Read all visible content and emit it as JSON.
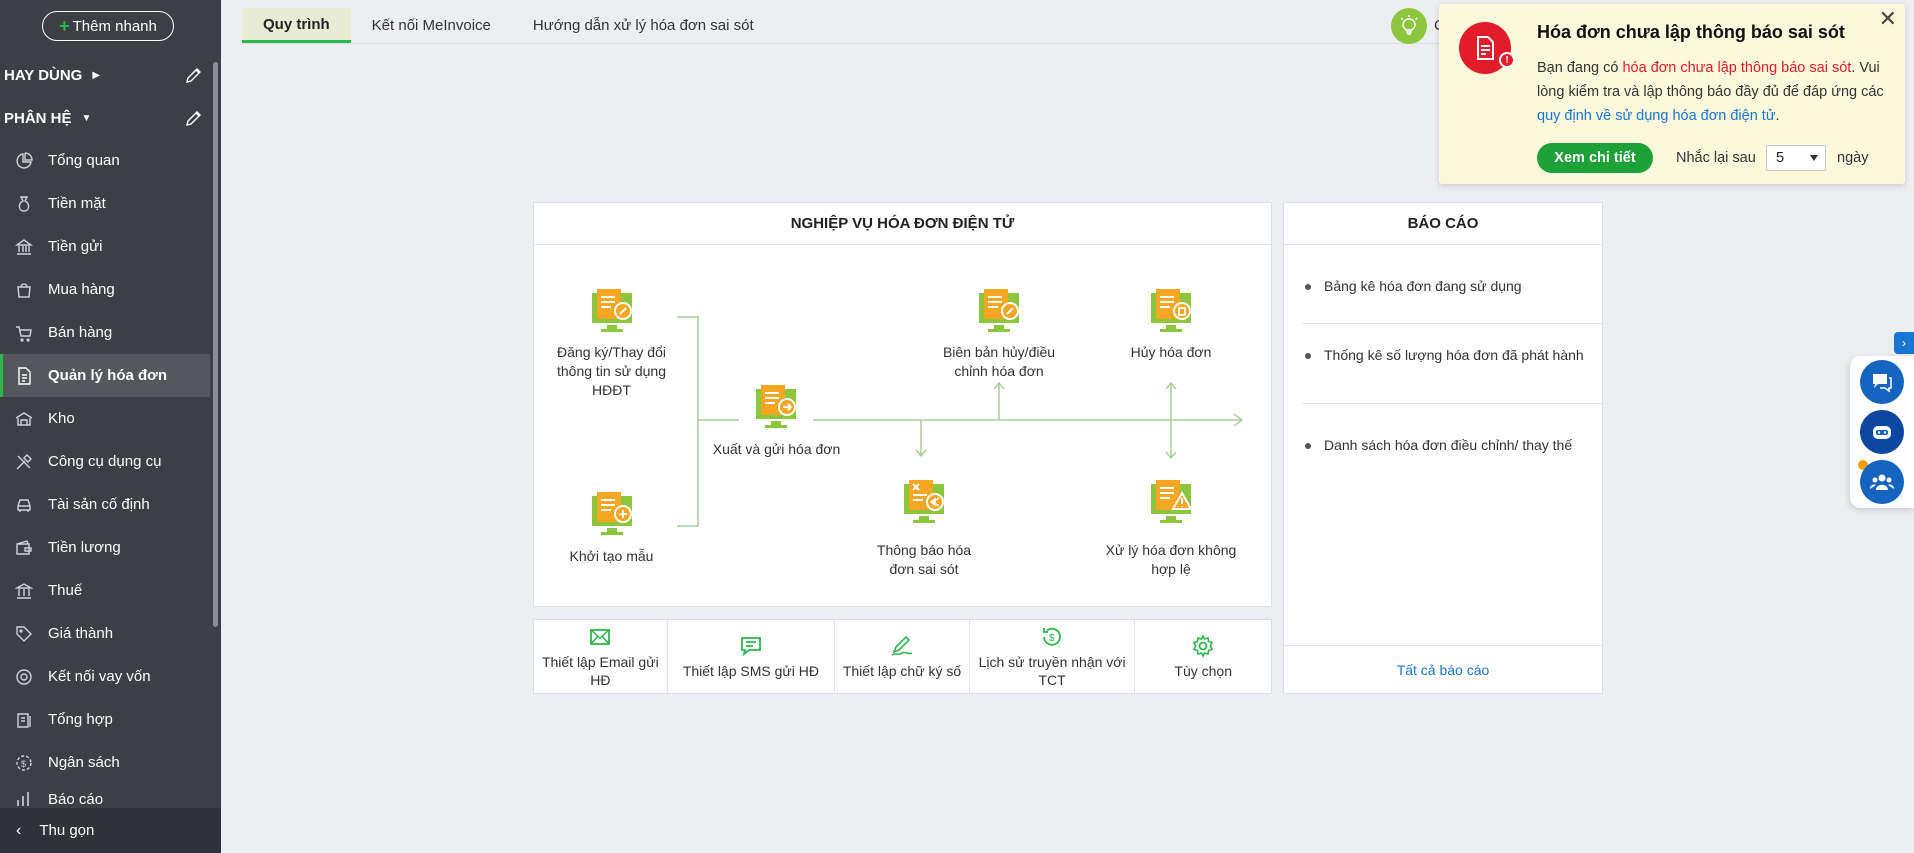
{
  "sidebar": {
    "quick_add": "Thêm nhanh",
    "favorites": "HAY DÙNG",
    "modules": "PHÂN HỆ",
    "items": [
      {
        "label": "Tổng quan",
        "icon": "chart-pie-icon"
      },
      {
        "label": "Tiền mặt",
        "icon": "money-bag-icon"
      },
      {
        "label": "Tiền gửi",
        "icon": "bank-icon"
      },
      {
        "label": "Mua hàng",
        "icon": "shopping-bag-icon"
      },
      {
        "label": "Bán hàng",
        "icon": "cart-icon"
      },
      {
        "label": "Quản lý hóa đơn",
        "icon": "invoice-icon",
        "active": true
      },
      {
        "label": "Kho",
        "icon": "warehouse-icon"
      },
      {
        "label": "Công cụ dụng cụ",
        "icon": "tools-icon"
      },
      {
        "label": "Tài sản cố định",
        "icon": "car-icon"
      },
      {
        "label": "Tiền lương",
        "icon": "wallet-icon"
      },
      {
        "label": "Thuế",
        "icon": "tax-icon"
      },
      {
        "label": "Giá thành",
        "icon": "tag-icon"
      },
      {
        "label": "Kết nối vay vốn",
        "icon": "loan-icon"
      },
      {
        "label": "Tổng hợp",
        "icon": "summary-icon"
      },
      {
        "label": "Ngân sách",
        "icon": "budget-icon"
      },
      {
        "label": "Báo cáo",
        "icon": "report-icon"
      }
    ],
    "collapse": "Thu gọn"
  },
  "tabs": [
    "Quy trình",
    "Kết nối MeInvoice",
    "Hướng dẫn xử lý hóa đơn sai sót"
  ],
  "header_fragment": "C",
  "flow": {
    "title": "NGHIỆP VỤ HÓA ĐƠN ĐIỆN TỬ",
    "register": "Đăng ký/Thay đổi thông tin sử dụng HĐĐT",
    "create_template": "Khởi tạo mẫu",
    "issue_send": "Xuất và gửi hóa đơn",
    "cancel_record": "Biên bản hủy/điều chỉnh hóa đơn",
    "cancel": "Hủy hóa đơn",
    "error_notice": "Thông báo hóa đơn sai sót",
    "invalid": "Xử lý hóa đơn không hợp lệ"
  },
  "settings": [
    {
      "label": "Thiết lập Email gửi HĐ",
      "icon": "email-icon"
    },
    {
      "label": "Thiết lập SMS gửi HĐ",
      "icon": "sms-icon"
    },
    {
      "label": "Thiết lập chữ ký số",
      "icon": "signature-icon"
    },
    {
      "label": "Lịch sử truyền nhận với TCT",
      "icon": "history-icon"
    },
    {
      "label": "Tùy chọn",
      "icon": "gear-icon"
    }
  ],
  "reports": {
    "title": "BÁO CÁO",
    "items": [
      "Bảng kê hóa đơn đang sử dụng",
      "Thống kê số lượng hóa đơn đã phát hành",
      "Danh sách hóa đơn điều chỉnh/ thay thế"
    ],
    "all": "Tất cả báo cáo"
  },
  "notification": {
    "title": "Hóa đơn chưa lập thông báo sai sót",
    "body_prefix": "Bạn đang có ",
    "body_highlight": "hóa đơn chưa lập thông báo sai sót",
    "body_mid": ". Vui lòng kiểm tra và lập thông báo đầy đủ để đáp ứng các ",
    "body_link": "quy định về sử dụng hóa đơn điện tử",
    "body_suffix": ".",
    "button": "Xem chi tiết",
    "remind": "Nhắc lại sau",
    "days_value": "5",
    "days_unit": "ngày"
  },
  "colors": {
    "accent": "#2db84d",
    "sidebar": "#3c3f44",
    "alert": "#e21c2a",
    "link": "#1976d2",
    "icon_orange": "#f5a623"
  }
}
